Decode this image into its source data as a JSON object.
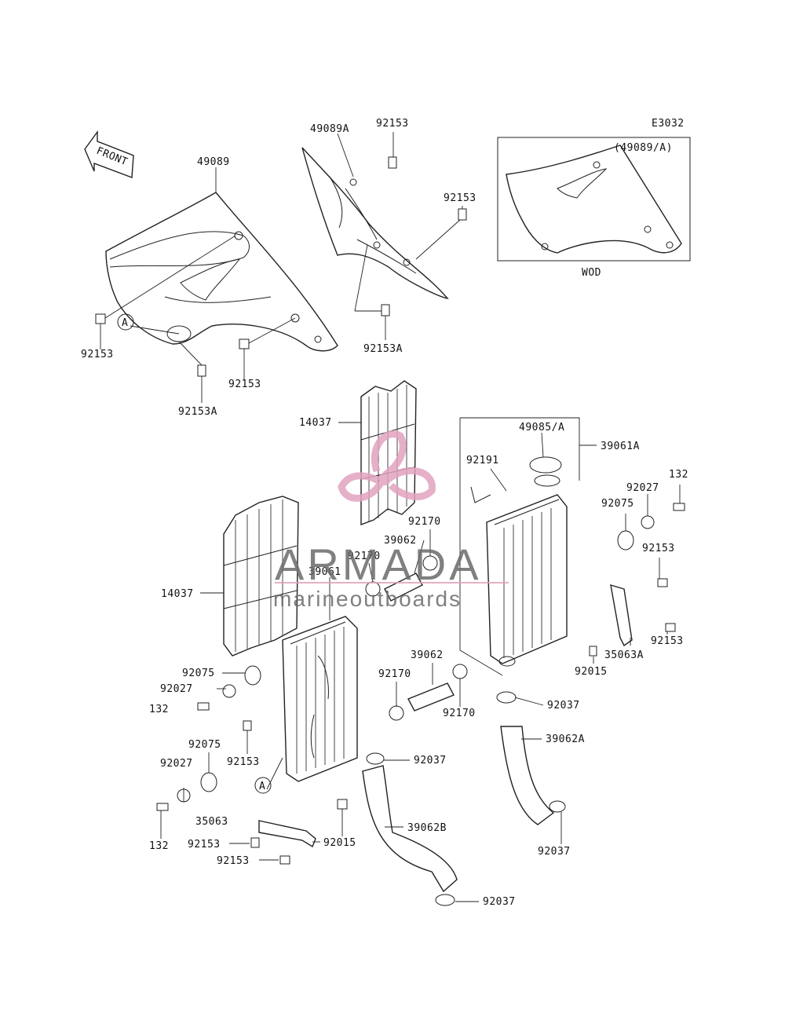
{
  "diagram_code": "E3032",
  "front_label": "FRONT",
  "inset": {
    "ref": "(49089/A)",
    "note": "WOD"
  },
  "callout": "A",
  "watermark": {
    "brand": "ARMADA",
    "tagline": "marineoutboards"
  },
  "labels": [
    "49089A",
    "92153",
    "49089",
    "92153",
    "92153",
    "92153",
    "92153A",
    "92153A",
    "14037",
    "49085/A",
    "39061A",
    "92191",
    "132",
    "92027",
    "92075",
    "92170",
    "39062",
    "92170",
    "92153",
    "39061",
    "14037",
    "92153",
    "35063A",
    "92015",
    "39062",
    "92170",
    "92075",
    "92027",
    "132",
    "92170",
    "92037",
    "92075",
    "92027",
    "92153",
    "92037",
    "39062A",
    "35063",
    "132",
    "92153",
    "92015",
    "39062B",
    "92153",
    "92037",
    "92037"
  ]
}
